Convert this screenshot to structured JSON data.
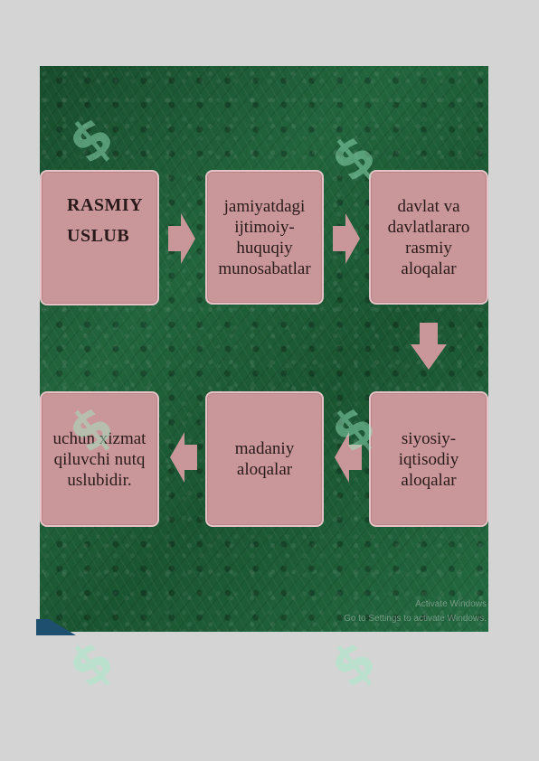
{
  "diagram": {
    "boxes": [
      {
        "line1": "RASMIY",
        "line2": "USLUB"
      },
      {
        "text": "jamiyatdagi ijtimoiy-huquqiy munosabatlar"
      },
      {
        "text": "davlat va davlatlararo rasmiy aloqalar"
      },
      {
        "text": "siyosiy-iqtisodiy aloqalar"
      },
      {
        "text": "madaniy aloqalar"
      },
      {
        "text": "uchun xizmat qiluvchi nutq uslubidir."
      }
    ]
  },
  "colors": {
    "background": "#1d5a36",
    "box_fill": "#c9979a",
    "box_border": "#e4c4c6",
    "arrow": "#c9979a"
  }
}
